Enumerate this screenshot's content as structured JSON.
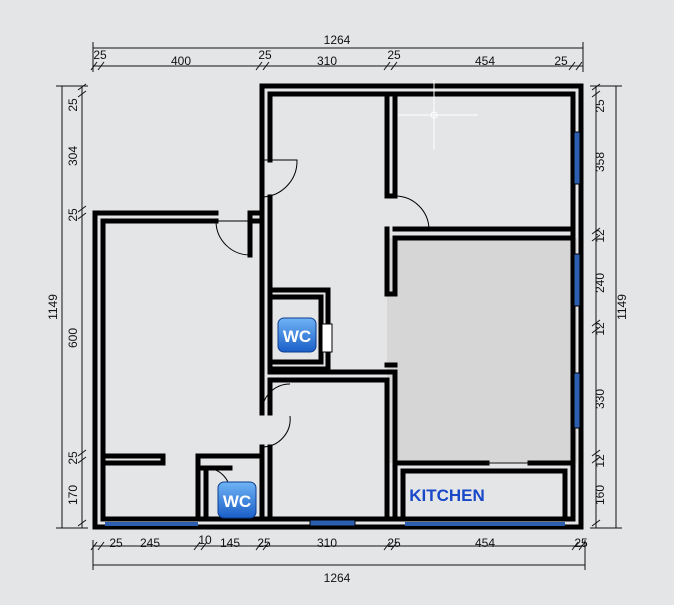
{
  "dimensions": {
    "top_total": "1264",
    "top_segments": [
      "25",
      "400",
      "25",
      "310",
      "25",
      "454",
      "25"
    ],
    "bottom_total": "1264",
    "bottom_segments": [
      "25",
      "245",
      "10",
      "145",
      "25",
      "310",
      "25",
      "454",
      "25"
    ],
    "left_total": "1149",
    "left_segments": [
      "25",
      "304",
      "25",
      "600",
      "25",
      "170"
    ],
    "right_total": "1149",
    "right_segments": [
      "25",
      "358",
      "12",
      "240",
      "12",
      "330",
      "12",
      "160"
    ]
  },
  "rooms": {
    "kitchen_label": "KITCHEN",
    "wc_badge_1": "WC",
    "wc_badge_2": "WC"
  },
  "colors": {
    "background": "#e4e5e7",
    "wall": "#000000",
    "window": "#2d5fb0",
    "wc_badge": "#2a78d6",
    "kitchen_text": "#1848c8",
    "floor_shade": "#d6d6d6"
  }
}
